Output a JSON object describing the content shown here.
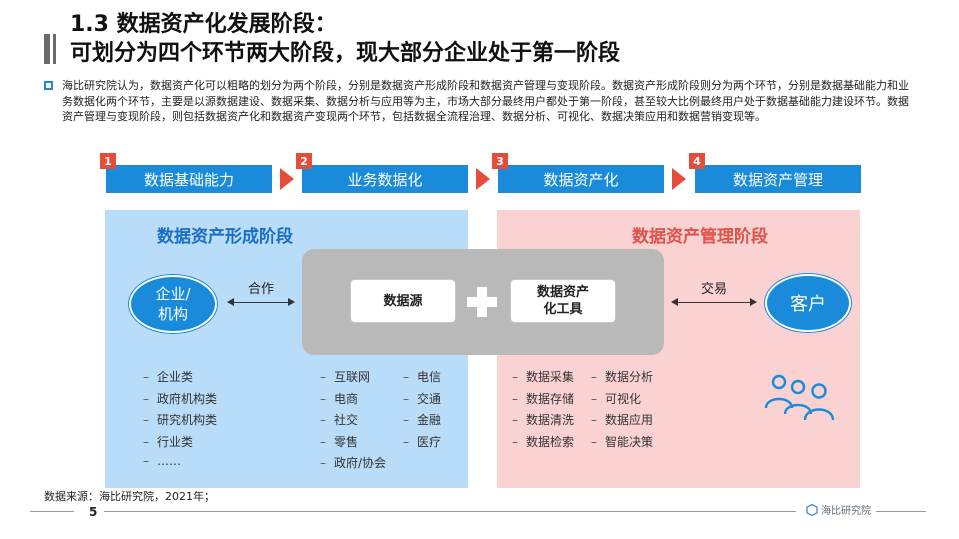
{
  "title": {
    "line1": "1.3 数据资产化发展阶段：",
    "line2": "可划分为四个环节两大阶段，现大部分企业处于第一阶段"
  },
  "intro": "海比研究院认为，数据资产化可以粗略的划分为两个阶段，分别是数据资产形成阶段和数据资产管理与变现阶段。数据资产形成阶段则分为两个环节，分别是数据基础能力和业务数据化两个环节，主要是以源数据建设、数据采集、数据分析与应用等为主，市场大部分最终用户都处于第一阶段，甚至较大比例最终用户处于数据基础能力建设环节。数据资产管理与变现阶段，则包括数据资产化和数据资产变现两个环节，包括数据全流程治理、数据分析、可视化、数据决策应用和数据营销变现等。",
  "steps": [
    {
      "num": "1",
      "label": "数据基础能力"
    },
    {
      "num": "2",
      "label": "业务数据化"
    },
    {
      "num": "3",
      "label": "数据资产化"
    },
    {
      "num": "4",
      "label": "数据资产管理"
    }
  ],
  "stage_left": {
    "title": "数据资产形成阶段",
    "entity_line1": "企业/",
    "entity_line2": "机构",
    "connector": "合作",
    "items": [
      "企业类",
      "政府机构类",
      "研究机构类",
      "行业类",
      "……"
    ]
  },
  "stage_right": {
    "title": "数据资产管理阶段",
    "entity": "客户",
    "connector": "交易"
  },
  "center": {
    "box1": "数据源",
    "box2_line1": "数据资产",
    "box2_line2": "化工具",
    "col1": [
      "互联网",
      "电商",
      "社交",
      "零售",
      "政府/协会"
    ],
    "col2": [
      "电信",
      "交通",
      "金融",
      "医疗"
    ]
  },
  "tools": {
    "col1": [
      "数据采集",
      "数据存储",
      "数据清洗",
      "数据检索"
    ],
    "col2": [
      "数据分析",
      "可视化",
      "数据应用",
      "智能决策"
    ]
  },
  "footer": {
    "source": "数据来源：海比研究院，2021年；",
    "page": "5",
    "logo_text": "海比研究院"
  },
  "colors": {
    "accent_blue": "#1a8bdb",
    "accent_red": "#e54d3a",
    "panel_blue": "#b9dcf8",
    "panel_pink": "#fbd2d2"
  }
}
